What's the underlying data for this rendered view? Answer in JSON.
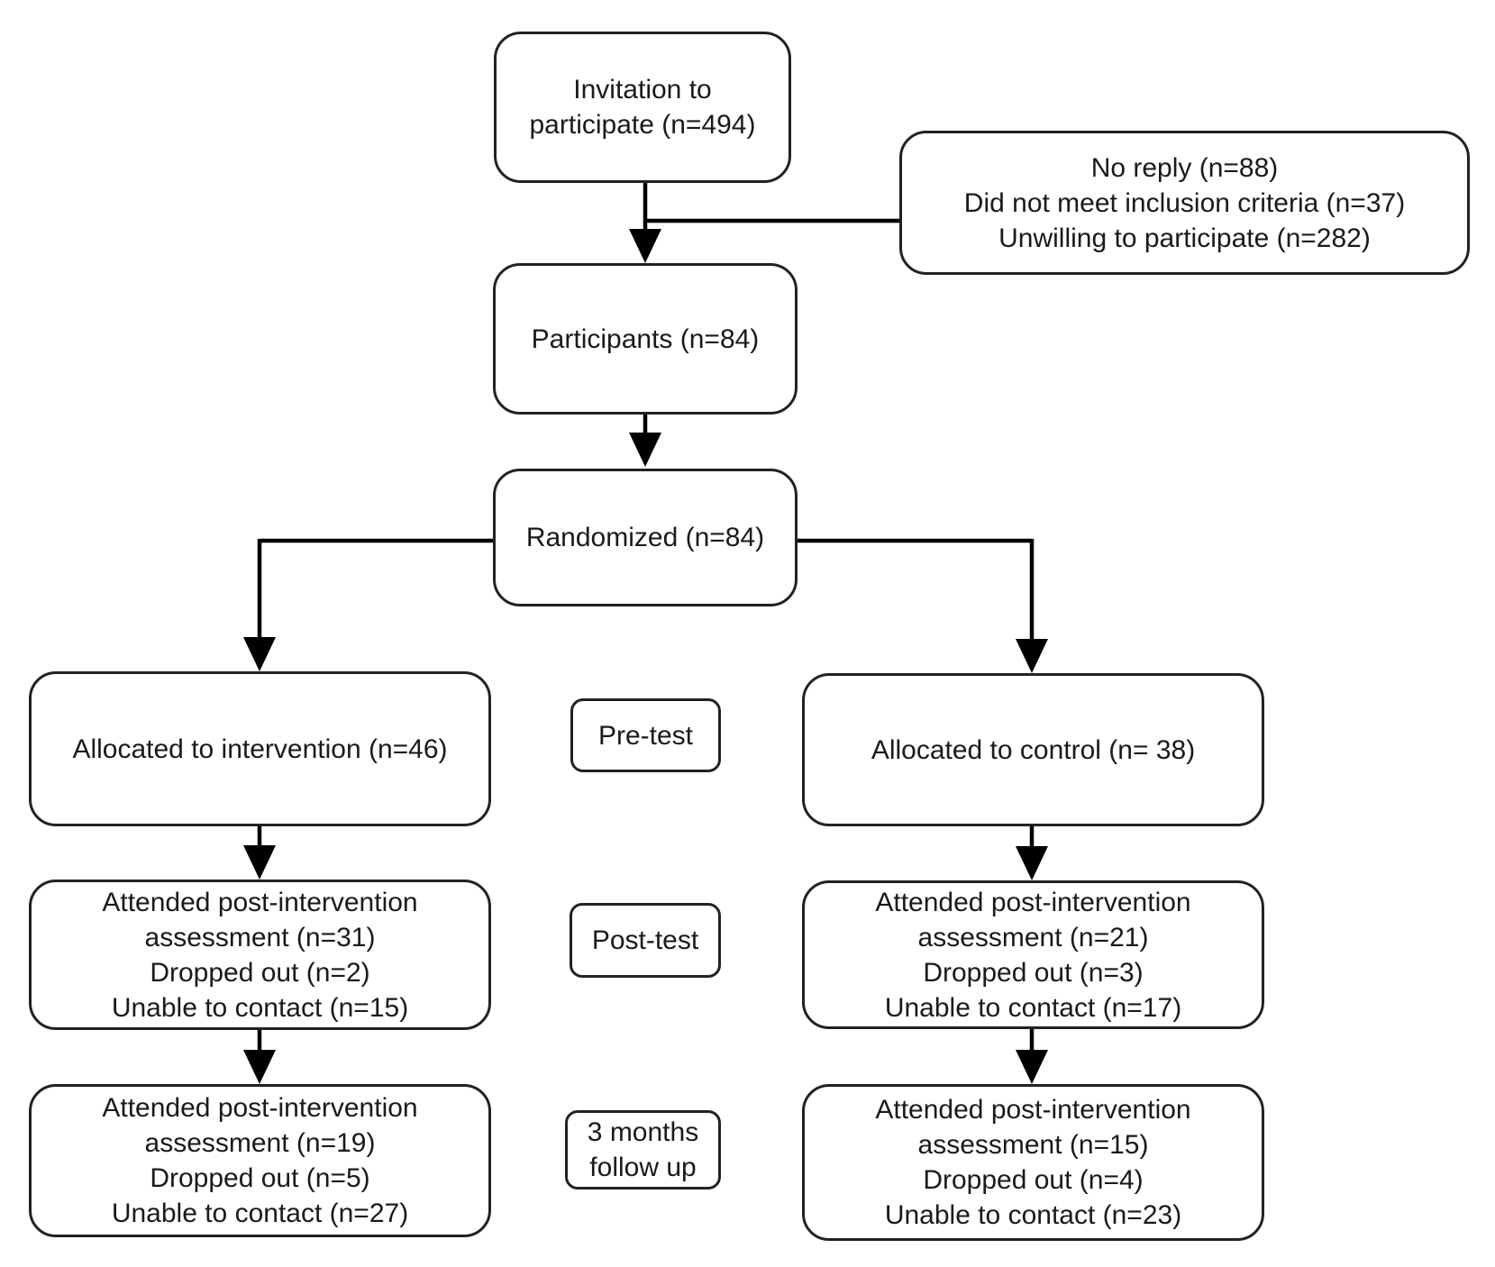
{
  "figure": {
    "type": "participant-flow-diagram"
  },
  "colors": {
    "background": "#ffffff",
    "box_fill": "#ffffff",
    "box_border": "#222222",
    "connector_line": "#000000",
    "text": "#1a1a1a"
  },
  "nodes": {
    "invitation": {
      "lines": [
        "Invitation to",
        "participate (n=494)"
      ]
    },
    "exclusions": {
      "lines": [
        "No reply (n=88)",
        "Did not meet inclusion criteria (n=37)",
        "Unwilling to participate (n=282)"
      ]
    },
    "participants": {
      "lines": [
        "Participants (n=84)"
      ]
    },
    "randomized": {
      "lines": [
        "Randomized (n=84)"
      ]
    },
    "allocated_intervention": {
      "lines": [
        "Allocated to intervention (n=46)"
      ]
    },
    "pretest": {
      "lines": [
        "Pre-test"
      ]
    },
    "allocated_control": {
      "lines": [
        "Allocated to control (n= 38)"
      ]
    },
    "intervention_posttest": {
      "lines": [
        "Attended post-intervention",
        "assessment (n=31)",
        "Dropped out (n=2)",
        "Unable to contact (n=15)"
      ]
    },
    "posttest": {
      "lines": [
        "Post-test"
      ]
    },
    "control_posttest": {
      "lines": [
        "Attended post-intervention",
        "assessment (n=21)",
        "Dropped out (n=3)",
        "Unable to contact (n=17)"
      ]
    },
    "intervention_followup": {
      "lines": [
        "Attended post-intervention",
        "assessment (n=19)",
        "Dropped out (n=5)",
        "Unable to contact (n=27)"
      ]
    },
    "followup": {
      "lines": [
        "3 months",
        "follow up"
      ]
    },
    "control_followup": {
      "lines": [
        "Attended post-intervention",
        "assessment (n=15)",
        "Dropped out (n=4)",
        "Unable to contact (n=23)"
      ]
    }
  }
}
